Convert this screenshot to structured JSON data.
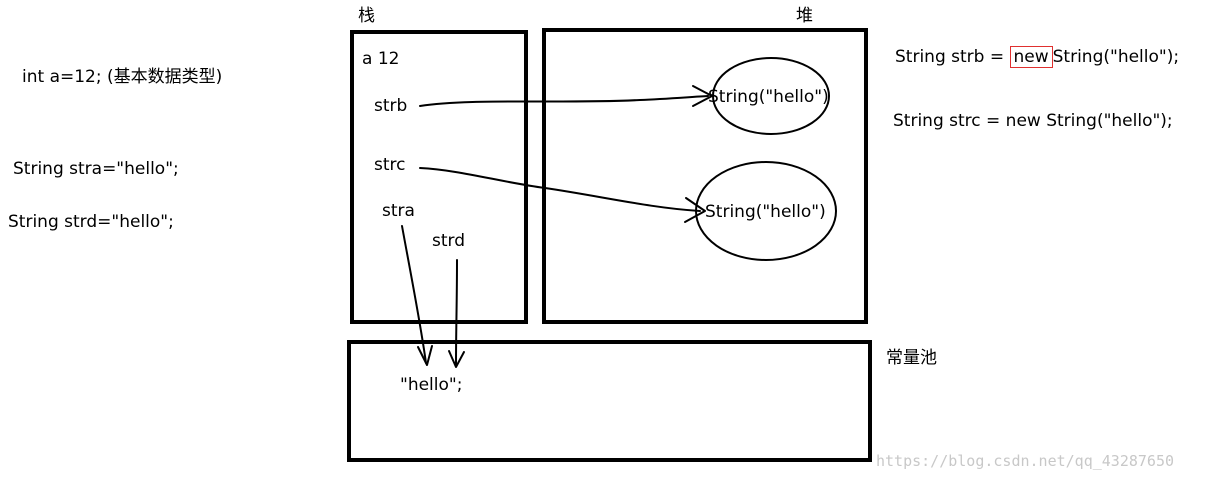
{
  "code_left": {
    "int_decl": "int a=12; (基本数据类型)",
    "stra_decl": "String stra=\"hello\";",
    "strd_decl": "String strd=\"hello\";"
  },
  "code_right": {
    "strb_prefix": "String strb =",
    "strb_new": "new",
    "strb_suffix": "String(\"hello\");",
    "strc_decl": "String strc = new String(\"hello\");"
  },
  "stack": {
    "title": "栈",
    "a_entry": "a  12",
    "strb": "strb",
    "strc": "strc",
    "stra": "stra",
    "strd": "strd"
  },
  "heap": {
    "title": "堆",
    "obj1": "String(\"hello\")",
    "obj2": "String(\"hello\")"
  },
  "pool": {
    "title": "常量池",
    "literal": "\"hello\";"
  },
  "watermark": "https://blog.csdn.net/qq_43287650",
  "colors": {
    "highlight": "#e0302f",
    "ink": "#000000"
  }
}
